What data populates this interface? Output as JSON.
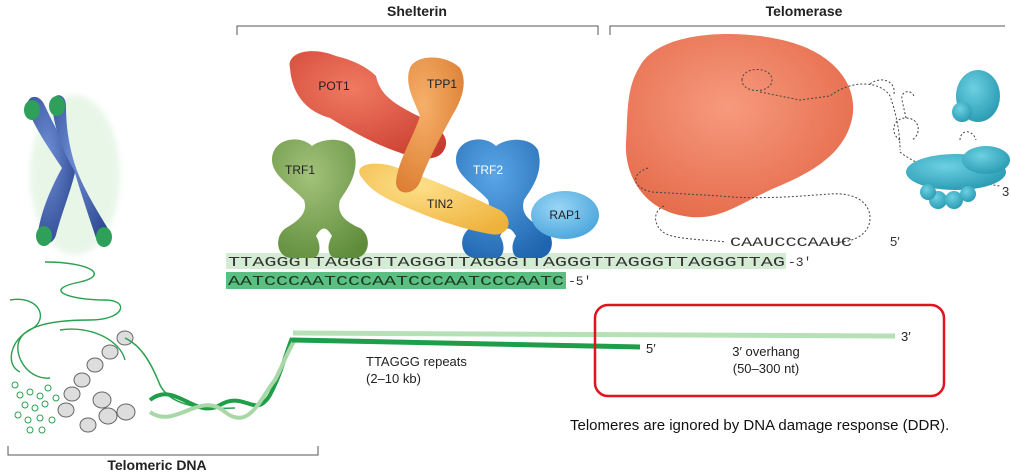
{
  "headers": {
    "shelterin": "Shelterin",
    "telomerase": "Telomerase",
    "telomeric_dna": "Telomeric DNA"
  },
  "proteins": {
    "pot1": "POT1",
    "tpp1": "TPP1",
    "trf1": "TRF1",
    "trf2": "TRF2",
    "tin2": "TIN2",
    "rap1": "RAP1"
  },
  "sequences": {
    "top_strand": "TTAGGGTTAGGGTTAGGGTTAGGGTTAGGGTTAGGGTTAGGGTTAG",
    "top_end": "-3′",
    "bottom_strand": "AATCCCAATCCCAATCCCAATCCCAATC",
    "bottom_end": "-5′",
    "rna_template": "CAAUCCCAAUC",
    "rna_end": "5′",
    "rna_three_prime": "3"
  },
  "labels": {
    "repeats_title": "TTAGGG repeats",
    "repeats_size": "(2–10 kb)",
    "five_prime": "5′",
    "three_prime": "3′",
    "overhang_title": "3′ overhang",
    "overhang_size": "(50–300 nt)"
  },
  "caption": "Telomeres are ignored by DNA damage response (DDR).",
  "colors": {
    "chromosome": "#3d5aa6",
    "telomere_green": "#1f9e4a",
    "light_green": "#a8d8a8",
    "pot1": "#d94a3a",
    "tpp1": "#e8893a",
    "trf1": "#7aa84e",
    "trf2": "#2f7fc6",
    "tin2": "#f6c24a",
    "rap1": "#5ab4e6",
    "telomerase": "#ee7a5a",
    "dyskerin": "#27a9c0",
    "highlight_box": "#e0141e"
  }
}
